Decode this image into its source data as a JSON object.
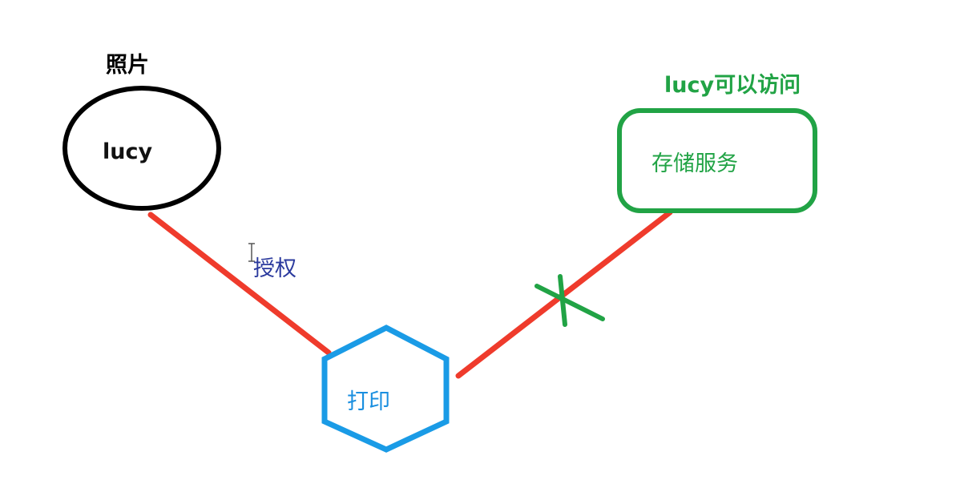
{
  "photo_label": "照片",
  "user_label": "lucy",
  "authorize_label": "授权",
  "print_label": "打印",
  "access_label": "lucy可以访问",
  "storage_label": "存储服务",
  "colors": {
    "user_node": "#000000",
    "print_node": "#1a9be6",
    "storage_node": "#21a345",
    "connector": "#ef3b2c",
    "authorize_text": "#2b3a9e",
    "blocked_mark": "#21a345"
  }
}
